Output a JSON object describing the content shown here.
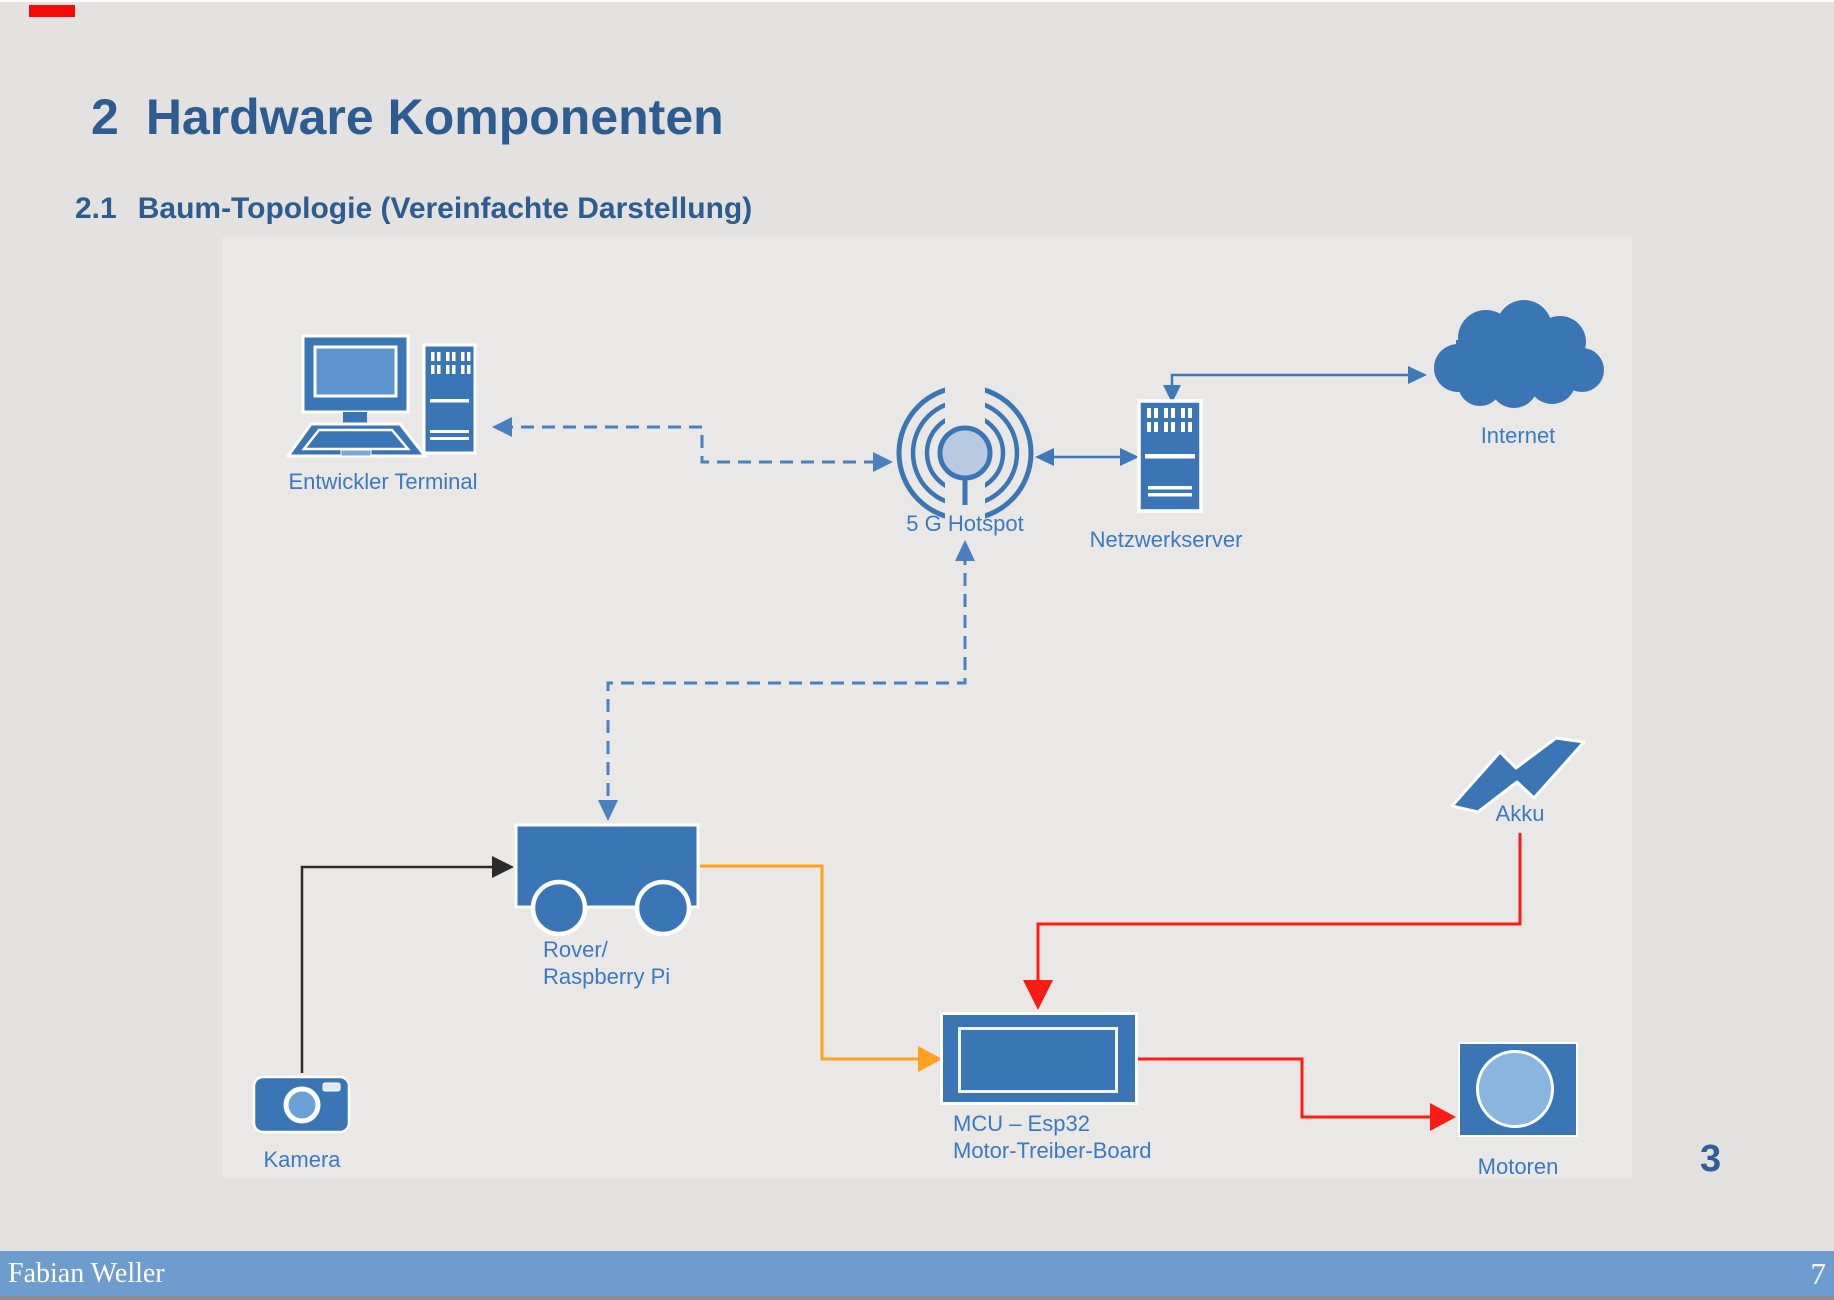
{
  "slide": {
    "title_number": "2",
    "title_text": "Hardware Komponenten",
    "subtitle_number": "2.1",
    "subtitle_text": "Baum-Topologie (Vereinfachte Darstellung)",
    "content_number": "3"
  },
  "footer": {
    "author": "Fabian Weller",
    "page_number": "7"
  },
  "diagram": {
    "labels": {
      "terminal": "Entwickler Terminal",
      "hotspot": "5 G Hotspot",
      "server": "Netzwerkserver",
      "internet": "Internet",
      "akku": "Akku",
      "rover_line1": "Rover/",
      "rover_line2": "Raspberry Pi",
      "kamera": "Kamera",
      "mcu_line1": "MCU – Esp32",
      "mcu_line2": "Motor-Treiber-Board",
      "motoren": "Motoren"
    },
    "connections": [
      {
        "from": "Entwickler Terminal",
        "to": "5 G Hotspot",
        "style": "dashed",
        "color": "blue",
        "bidirectional": true
      },
      {
        "from": "5 G Hotspot",
        "to": "Netzwerkserver",
        "style": "solid",
        "color": "blue",
        "bidirectional": true
      },
      {
        "from": "Netzwerkserver",
        "to": "Internet",
        "style": "solid",
        "color": "blue",
        "bidirectional": true
      },
      {
        "from": "5 G Hotspot",
        "to": "Rover/Raspberry Pi",
        "style": "dashed",
        "color": "blue",
        "bidirectional": true
      },
      {
        "from": "Kamera",
        "to": "Rover/Raspberry Pi",
        "style": "solid",
        "color": "black",
        "bidirectional": false
      },
      {
        "from": "Rover/Raspberry Pi",
        "to": "MCU – Esp32",
        "style": "solid",
        "color": "orange",
        "bidirectional": false
      },
      {
        "from": "Akku",
        "to": "MCU – Esp32",
        "style": "solid",
        "color": "red",
        "bidirectional": false
      },
      {
        "from": "MCU – Esp32",
        "to": "Motoren",
        "style": "solid",
        "color": "red",
        "bidirectional": false
      }
    ],
    "colors": {
      "icon_blue": "#3a76b5",
      "screen_blue": "#5d93cf",
      "pale_blue": "#b7cadf",
      "motor_blue": "#8ab5de",
      "label_blue": "#3b7ac0",
      "connector_blue": "#4a80c0",
      "black": "#2b2b2b",
      "orange": "#ffa01e",
      "red": "#fb1d15",
      "footer_bar": "#6f9cce",
      "heading_blue": "#2c5c90"
    }
  }
}
